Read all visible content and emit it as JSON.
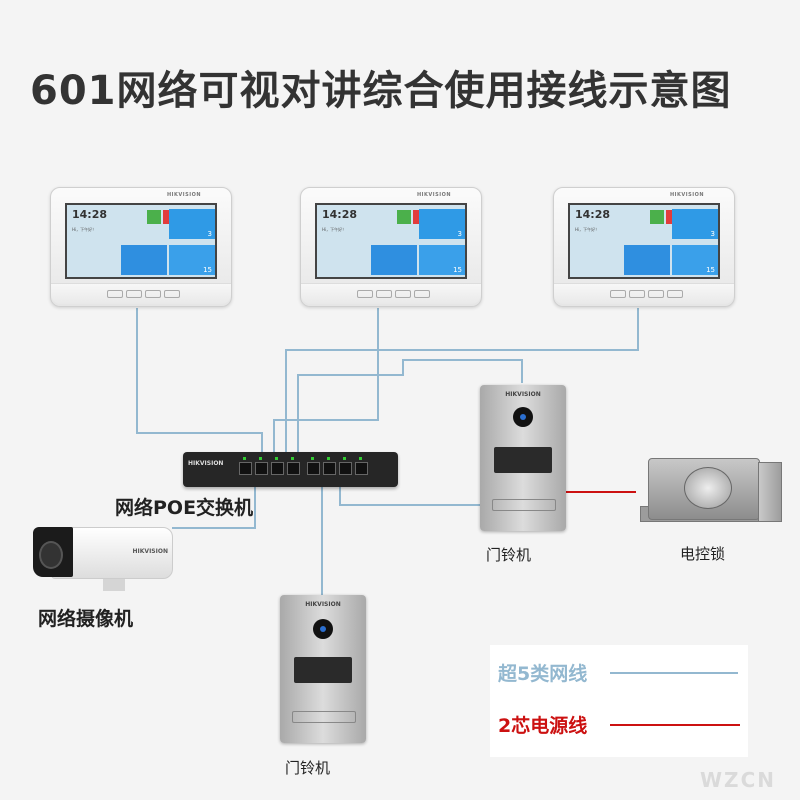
{
  "title": "601网络可视对讲综合使用接线示意图",
  "monitor": {
    "brand": "HIKVISION",
    "time": "14:28",
    "greeting": "Hi，下午好！",
    "count_a": "3",
    "count_b": "15"
  },
  "switch": {
    "brand": "HIKVISION",
    "label": "网络POE交换机"
  },
  "door_station": {
    "brand": "HIKVISION",
    "label_right": "门铃机",
    "label_bottom": "门铃机"
  },
  "camera": {
    "brand": "HIKVISION",
    "label": "网络摄像机"
  },
  "lock": {
    "label": "电控锁"
  },
  "legend": {
    "network_label": "超5类网线",
    "power_label": "2芯电源线",
    "network_color": "#93b8d0",
    "power_color": "#cc1111"
  },
  "watermark": "WZCN"
}
